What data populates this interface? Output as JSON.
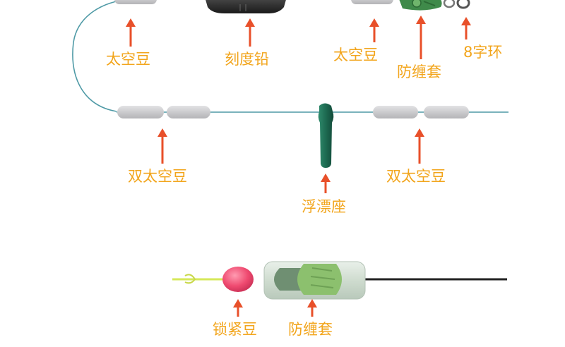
{
  "labels": {
    "space_bean_left": "太空豆",
    "scale_weight": "刻度铅",
    "space_bean_right": "太空豆",
    "anti_tangle_top": "防缠套",
    "swivel": "8字环",
    "double_space_bean_left": "双太空豆",
    "float_seat": "浮漂座",
    "double_space_bean_right": "双太空豆",
    "lock_bean": "锁紧豆",
    "anti_tangle_bottom": "防缠套"
  },
  "colors": {
    "label": "#f2a51c",
    "arrow": "#e8502a",
    "line": "#4f9aa6",
    "bean": "#c9c9cb",
    "float_seat": "#1f6e55",
    "weight": "#2a2a2a",
    "lock_bean": "#e8456a",
    "sleeve": "#7fb36a",
    "bottom_line": "#222222",
    "leader": "#d6e85a"
  },
  "icons": {
    "arrow": "up-arrow-icon"
  }
}
